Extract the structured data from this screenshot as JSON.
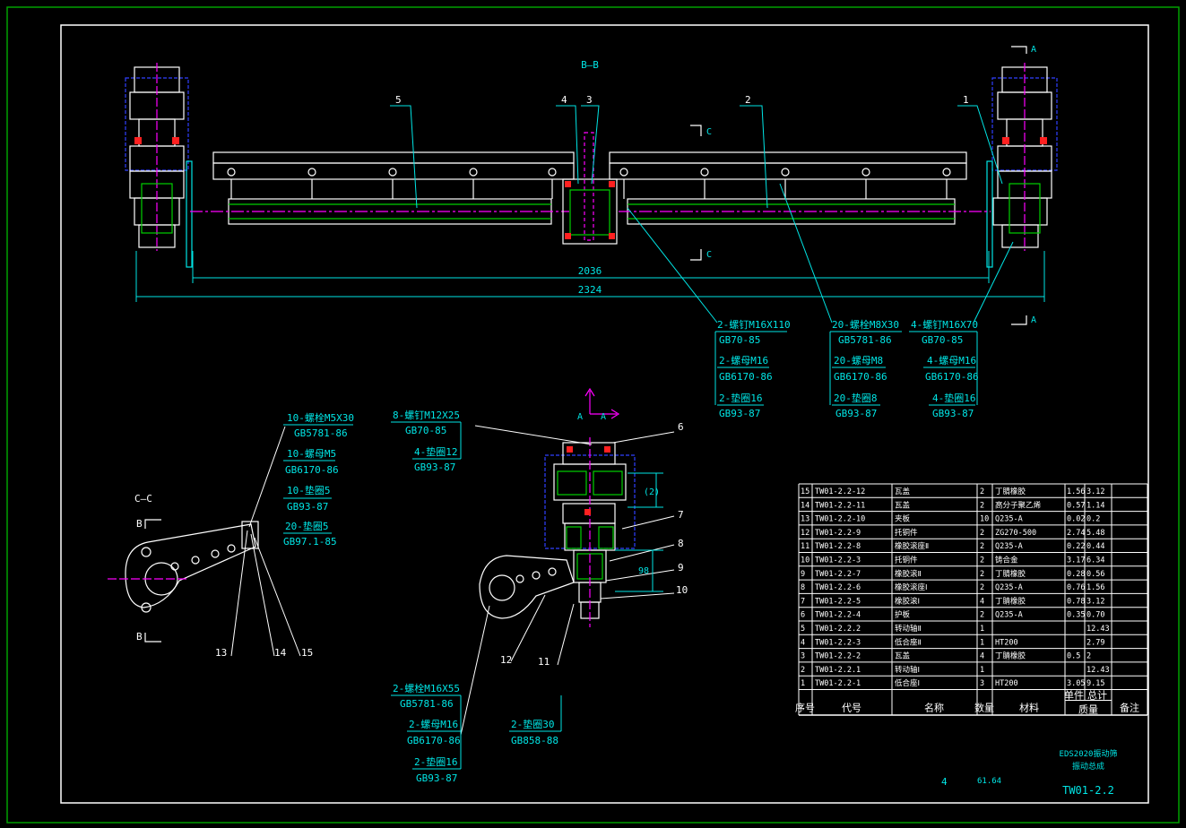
{
  "colors": {
    "frame": "#00a000",
    "outline": "#ffffff",
    "dimension": "#00e5e5",
    "hatch": "#00d000",
    "centerline": "#ff00ff",
    "accent": "#ff2020",
    "hidden": "#3040ff",
    "yellow": "#e0e040"
  },
  "sections": {
    "bb": "B—B",
    "cc": "C—C",
    "aa_label": "A",
    "a_view": "A—A",
    "b": "B",
    "c": "C"
  },
  "dims": {
    "d2036": "2036",
    "d2324": "2324",
    "d98": "98",
    "d12": "(2)"
  },
  "balloons": {
    "b1": "1",
    "b2": "2",
    "b3": "3",
    "b4": "4",
    "b5": "5",
    "b6": "6",
    "b7": "7",
    "b8": "8",
    "b9": "9",
    "b10": "10",
    "b11": "11",
    "b12": "12",
    "b13": "13",
    "b14": "14",
    "b15": "15"
  },
  "fasteners": {
    "g1": [
      "2-螺钉M16X110",
      "GB70-85",
      "2-螺母M16",
      "GB6170-86",
      "2-垫圈16",
      "GB93-87"
    ],
    "g2": [
      "20-螺栓M8X30",
      "GB5781-86",
      "20-螺母M8",
      "GB6170-86",
      "20-垫圈8",
      "GB93-87"
    ],
    "g3": [
      "4-螺钉M16X70",
      "GB70-85",
      "4-螺母M16",
      "GB6170-86",
      "4-垫圈16",
      "GB93-87"
    ],
    "g4": [
      "10-螺栓M5X30",
      "GB5781-86",
      "10-螺母M5",
      "GB6170-86",
      "10-垫圈5",
      "GB93-87",
      "20-垫圈5",
      "GB97.1-85"
    ],
    "g5": [
      "8-螺钉M12X25",
      "GB70-85",
      "4-垫圈12",
      "GB93-87"
    ],
    "g6": [
      "2-螺栓M16X55",
      "GB5781-86",
      "2-螺母M16",
      "GB6170-86",
      "2-垫圈16",
      "GB93-87"
    ],
    "g7": [
      "2-垫圈30",
      "GB858-88"
    ]
  },
  "bom": {
    "rows": [
      [
        "15",
        "TW01-2.2-12",
        "瓦盖",
        "2",
        "丁腈橡胶",
        "1.56",
        "3.12"
      ],
      [
        "14",
        "TW01-2.2-11",
        "瓦盖",
        "2",
        "高分子聚乙烯",
        "0.57",
        "1.14"
      ],
      [
        "13",
        "TW01-2.2-10",
        "夹板",
        "10",
        "Q235-A",
        "0.02",
        "0.2"
      ],
      [
        "12",
        "TW01-2.2-9",
        "托铜件",
        "2",
        "ZG270-500",
        "2.74",
        "5.48"
      ],
      [
        "11",
        "TW01-2.2-8",
        "橡胶滚座Ⅱ",
        "2",
        "Q235-A",
        "0.22",
        "0.44"
      ],
      [
        "10",
        "TW01-2.2-3",
        "托铜件",
        "2",
        "铸合金",
        "3.17",
        "6.34"
      ],
      [
        "9",
        "TW01-2.2-7",
        "橡胶滚Ⅱ",
        "2",
        "丁腈橡胶",
        "0.28",
        "0.56"
      ],
      [
        "8",
        "TW01-2.2-6",
        "橡胶滚座Ⅰ",
        "2",
        "Q235-A",
        "0.76",
        "1.56"
      ],
      [
        "7",
        "TW01-2.2-5",
        "橡胶滚Ⅰ",
        "4",
        "丁腈橡胶",
        "0.78",
        "3.12"
      ],
      [
        "6",
        "TW01-2.2-4",
        "护板",
        "2",
        "Q235-A",
        "0.35",
        "0.70"
      ],
      [
        "5",
        "TW01-2.2.2",
        "转动轴Ⅱ",
        "1",
        "",
        "",
        "12.43"
      ],
      [
        "4",
        "TW01-2.2-3",
        "低合座Ⅱ",
        "1",
        "HT200",
        "",
        "2.79"
      ],
      [
        "3",
        "TW01-2.2-2",
        "瓦盖",
        "4",
        "丁腈橡胶",
        "0.5",
        "2"
      ],
      [
        "2",
        "TW01-2.2.1",
        "转动轴Ⅰ",
        "1",
        "",
        "",
        "12.43"
      ],
      [
        "1",
        "TW01-2.2-1",
        "低合座Ⅰ",
        "3",
        "HT200",
        "3.05",
        "9.15"
      ]
    ],
    "header": {
      "no": "序号",
      "code": "代号",
      "name": "名称",
      "qty": "数量",
      "material": "材料",
      "single": "单件",
      "total": "总计",
      "weight": "质量",
      "remark": "备注"
    }
  },
  "title_block": {
    "project": "EDS2020振动筛",
    "name": "振动总成",
    "drawing_no": "TW01-2.2",
    "sheet": "4",
    "weight": "61.64"
  }
}
